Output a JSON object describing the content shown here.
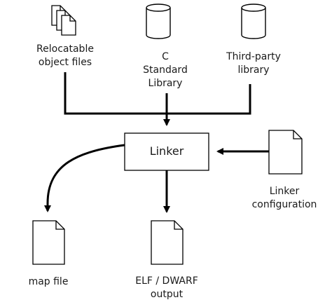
{
  "nodes": {
    "relocatable_objects": {
      "line1": "Relocatable",
      "line2": "object files"
    },
    "c_stdlib": {
      "line1": "C",
      "line2": "Standard",
      "line3": "Library"
    },
    "third_party": {
      "line1": "Third-party",
      "line2": "library"
    },
    "linker": {
      "label": "Linker"
    },
    "linker_config": {
      "line1": "Linker",
      "line2": "configuration"
    },
    "map_file": {
      "label": "map file"
    },
    "elf_output": {
      "line1": "ELF / DWARF",
      "line2": "output"
    }
  },
  "icons": {
    "relocatable_objects": "document-stack-icon",
    "c_stdlib": "database-icon",
    "third_party": "database-icon",
    "linker_config": "document-icon",
    "map_file": "document-icon",
    "elf_output": "document-icon"
  },
  "colors": {
    "stroke": "#000000",
    "fill": "#ffffff",
    "text": "#1a1a1a"
  }
}
